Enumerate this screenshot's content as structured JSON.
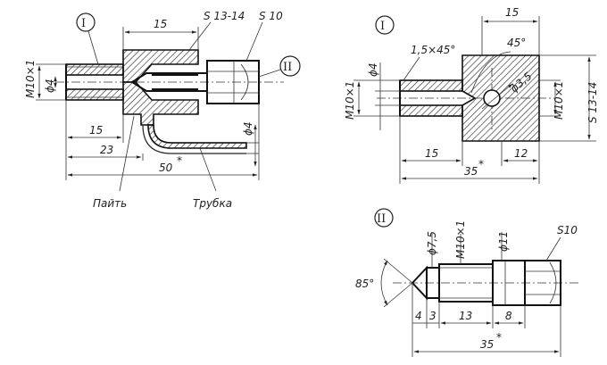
{
  "detail_I_main": {
    "callout_I": "I",
    "callout_II": "II",
    "dim_15_top": "15",
    "label_s13": "S 13-14",
    "label_s10": "S 10",
    "thread": "M10×1",
    "bore": "ϕ4",
    "tube_dia": "ϕ4",
    "dim_15_bottom": "15",
    "dim_23": "23",
    "dim_50": "50",
    "star": "*",
    "label_solder": "Пайть",
    "label_tube": "Трубка"
  },
  "detail_I": {
    "callout": "I",
    "dim_15": "15",
    "chamfer": "1,5×45°",
    "angle": "45°",
    "thread_left": "M10×1",
    "bore": "ϕ4",
    "hole": "ϕ3,5",
    "thread_right": "M10×1",
    "hex": "S 13-14",
    "dim_15_bottom": "15",
    "dim_12": "12",
    "dim_35": "35",
    "star": "*"
  },
  "detail_II": {
    "callout": "II",
    "dia_7_5": "ϕ7,5",
    "thread": "M10×1",
    "dia_11": "ϕ11",
    "hex": "S10",
    "angle": "85°",
    "dim_4": "4",
    "dim_3": "3",
    "dim_13": "13",
    "dim_8": "8",
    "dim_35": "35",
    "star": "*"
  }
}
